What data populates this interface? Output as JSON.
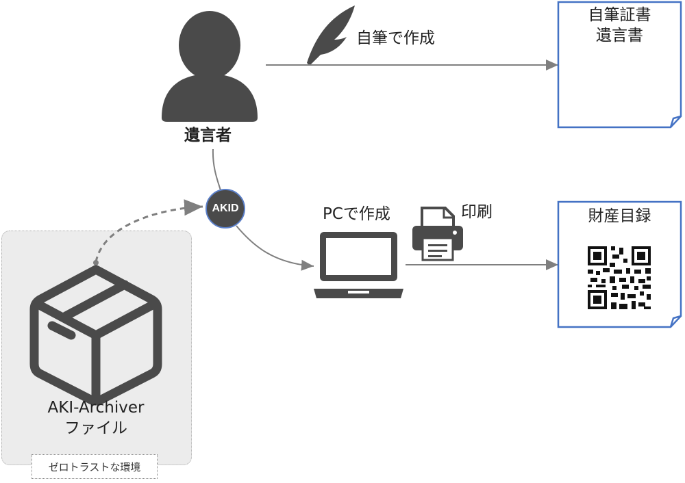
{
  "testator": {
    "label": "遺言者"
  },
  "handwrite": {
    "label": "自筆で作成"
  },
  "pc": {
    "label": "PCで作成"
  },
  "print": {
    "label": "印刷"
  },
  "doc1": {
    "line1": "自筆証書",
    "line2": "遺言書"
  },
  "doc2": {
    "title": "財産目録"
  },
  "akid": {
    "label": "AKID"
  },
  "archive": {
    "line1": "AKI-Archiver",
    "line2": "ファイル"
  },
  "zone": {
    "label": "ゼロトラストな環境"
  },
  "colors": {
    "icon": "#4a4a4a",
    "doc_border": "#4472c4",
    "arrow": "#7f7f7f",
    "zone_bg": "#ececec"
  }
}
